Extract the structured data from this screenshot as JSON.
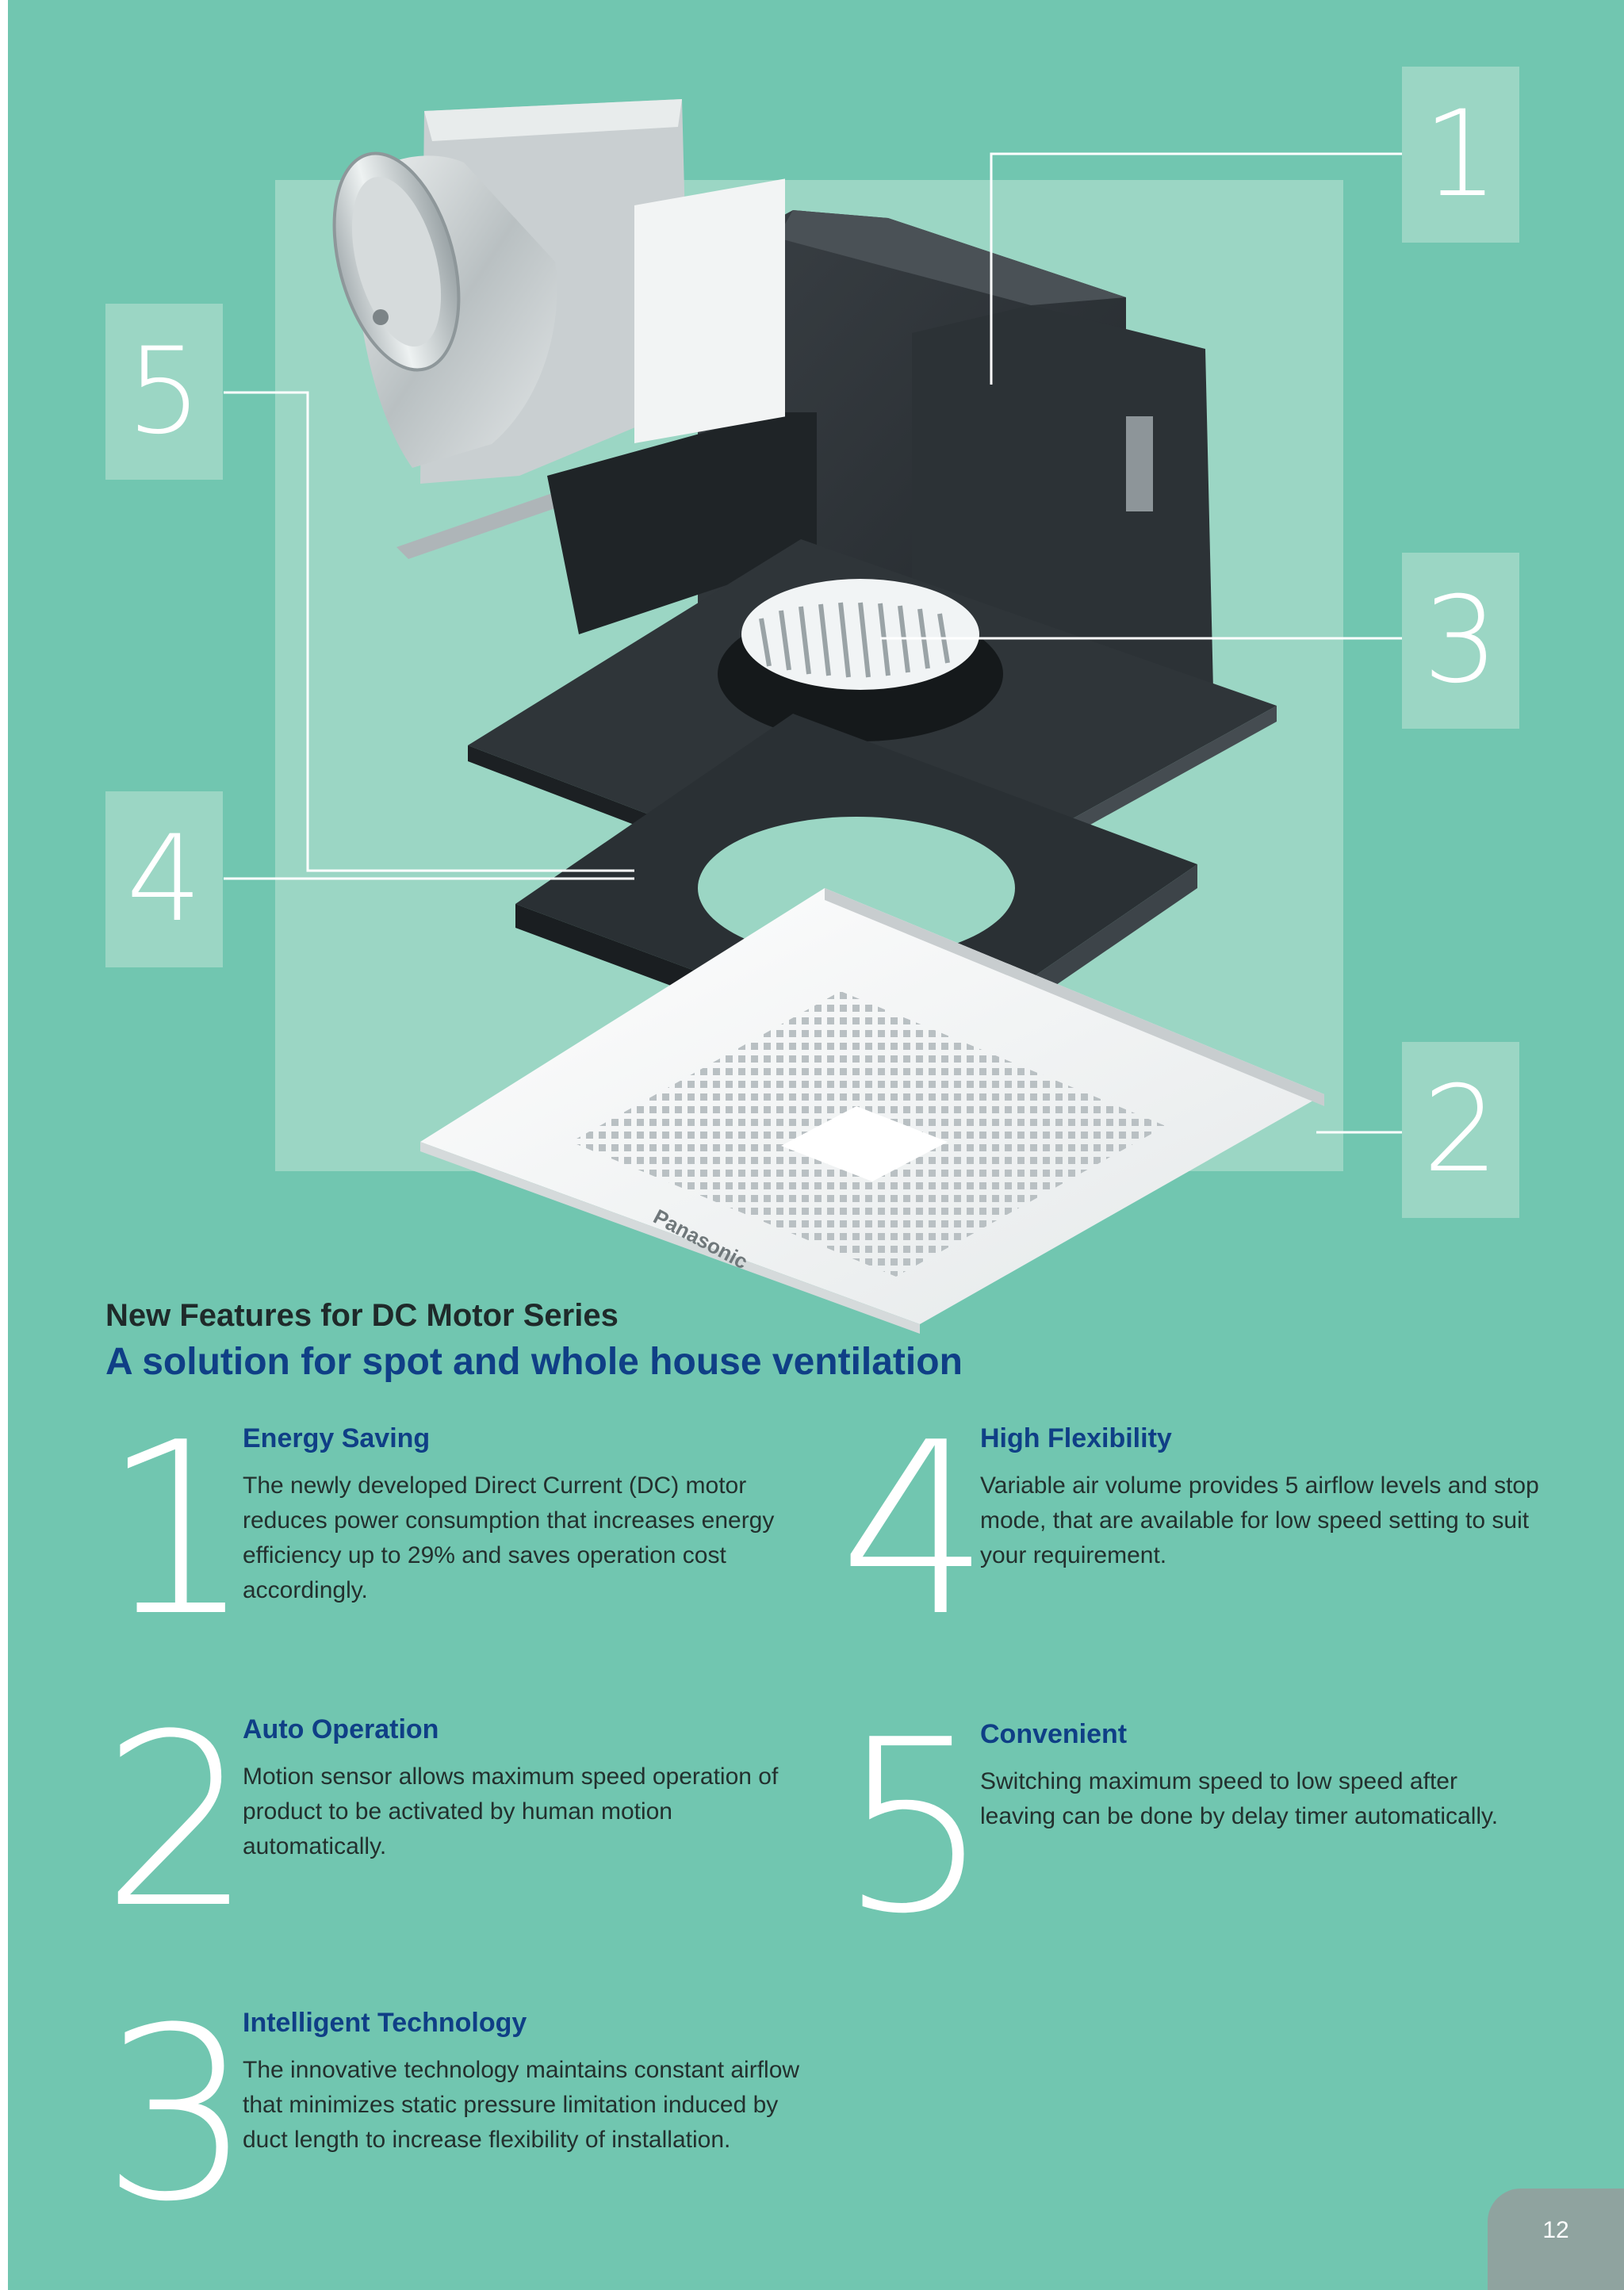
{
  "callouts": [
    "1",
    "2",
    "3",
    "4",
    "5"
  ],
  "product_brand": "Panasonic",
  "heading": {
    "subtitle": "New Features for DC Motor Series",
    "title": "A solution for spot and whole house ventilation"
  },
  "features": [
    {
      "number": "1",
      "title": "Energy Saving",
      "body": "The newly developed Direct Current (DC) motor reduces power consumption that increases energy efficiency up to 29% and saves operation cost accordingly."
    },
    {
      "number": "2",
      "title": "Auto Operation",
      "body": "Motion sensor allows maximum speed operation of product to be activated by human motion automatically."
    },
    {
      "number": "3",
      "title": "Intelligent Technology",
      "body": "The innovative technology maintains constant airflow that minimizes static pressure limitation induced by duct length to increase flexibility of installation."
    },
    {
      "number": "4",
      "title": "High Flexibility",
      "body": "Variable air volume provides 5 airflow levels and stop mode, that are available for low speed setting to suit your requirement."
    },
    {
      "number": "5",
      "title": "Convenient",
      "body": "Switching maximum speed to low speed after leaving can be done by delay timer automatically."
    }
  ],
  "page_number": "12"
}
